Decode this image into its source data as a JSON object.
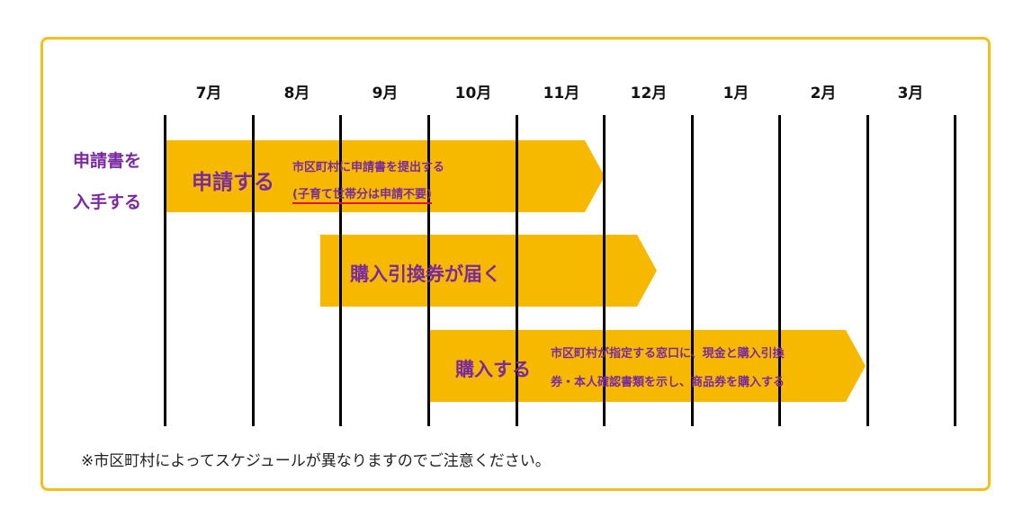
{
  "months": [
    "7月",
    "8月",
    "9月",
    "10月",
    "11月",
    "12月",
    "1月",
    "2月",
    "3月"
  ],
  "left_label": {
    "line1": "申請書を",
    "line2": "入手する"
  },
  "bars": {
    "apply": {
      "title": "申請する",
      "desc1": "市区町村に申請書を提出する",
      "desc2": "(子育て世帯分は申請不要)"
    },
    "receive": {
      "title": "購入引換券が届く"
    },
    "purchase": {
      "title": "購入する",
      "desc1": "市区町村が指定する窓口に、現金と購入引換",
      "desc2": "券・本人確認書類を示し、商品券を購入する"
    }
  },
  "note": "※市区町村によってスケジュールが異なりますのでご注意ください。",
  "colors": {
    "frame": "#f3bf1a",
    "bar": "#f7b900",
    "text_purple": "#7a2aa0",
    "underline": "#e0123a"
  }
}
